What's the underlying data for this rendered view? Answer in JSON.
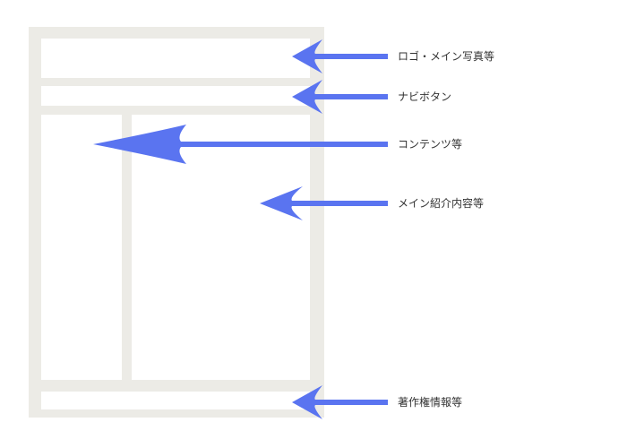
{
  "colors": {
    "frame": "#ecebe6",
    "panel": "#ffffff",
    "arrow": "#5a74f0",
    "text": "#333333"
  },
  "labels": {
    "header": "ロゴ・メイン写真等",
    "nav": "ナビボタン",
    "sidebar": "コンテンツ等",
    "main": "メイン紹介内容等",
    "footer": "著作権情報等"
  }
}
